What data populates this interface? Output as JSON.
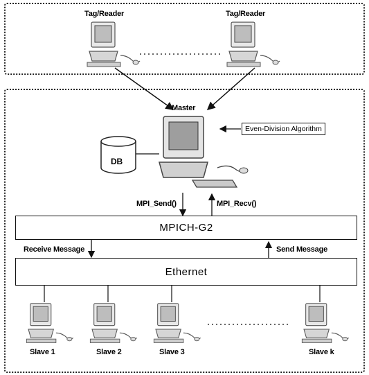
{
  "top_group": {
    "readers": [
      "Tag/Reader",
      "Tag/Reader"
    ]
  },
  "master": {
    "label": "Master",
    "algorithm": "Even-Division Algorithm",
    "db_label": "DB",
    "send_call": "MPI_Send()",
    "recv_call": "MPI_Recv()"
  },
  "layers": {
    "mpich": "MPICH-G2",
    "ethernet": "Ethernet",
    "receive_message": "Receive Message",
    "send_message": "Send Message"
  },
  "slaves": [
    "Slave 1",
    "Slave 2",
    "Slave 3",
    "Slave k"
  ]
}
